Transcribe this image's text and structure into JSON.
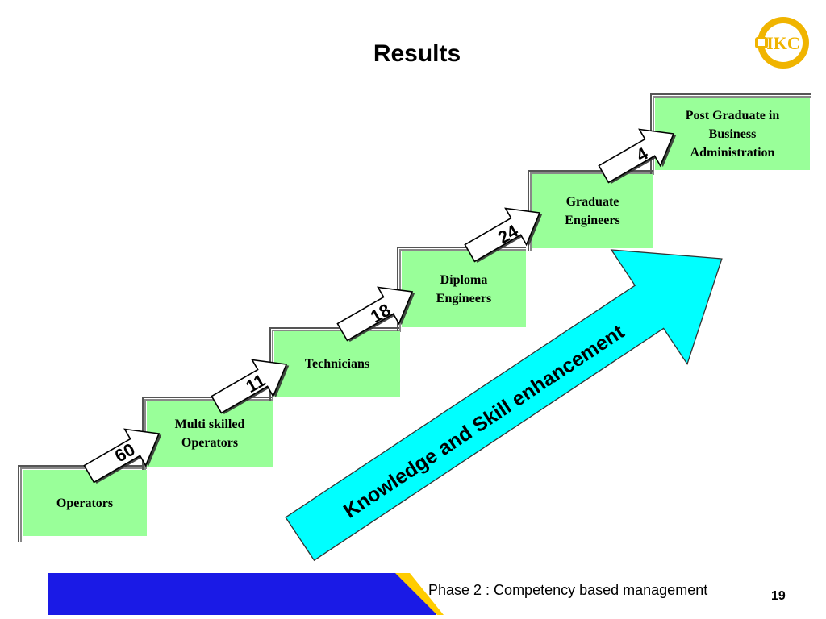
{
  "slide": {
    "title": "Results",
    "footer_text": "Phase 2 : Competency based management",
    "page_number": "19"
  },
  "steps": [
    {
      "label": "Operators"
    },
    {
      "label": "Multi skilled Operators"
    },
    {
      "label": "Technicians"
    },
    {
      "label": "Diploma Engineers"
    },
    {
      "label": "Graduate Engineers"
    },
    {
      "label": "Post Graduate in Business Administration"
    }
  ],
  "step_arrows": [
    "60",
    "11",
    "18",
    "24",
    "4"
  ],
  "big_arrow": {
    "label": "Knowledge and Skill enhancement",
    "color": "#00ffff"
  },
  "colors": {
    "step_fill": "#99ff99",
    "footer_blue": "#1a1ae6",
    "footer_yellow": "#ffcc00"
  },
  "logo": {
    "icon": "ikc-logo-icon"
  }
}
